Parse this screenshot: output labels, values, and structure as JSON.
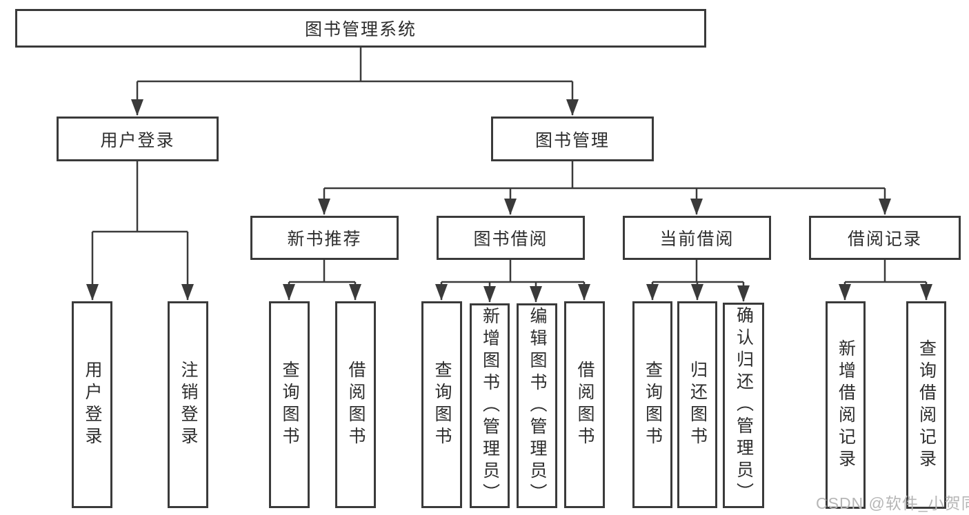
{
  "tree": {
    "label": "图书管理系统",
    "children": [
      {
        "label": "用户登录",
        "children": [
          {
            "label": "用户登录"
          },
          {
            "label": "注销登录"
          }
        ]
      },
      {
        "label": "图书管理",
        "children": [
          {
            "label": "新书推荐",
            "children": [
              {
                "label": "查询图书"
              },
              {
                "label": "借阅图书"
              }
            ]
          },
          {
            "label": "图书借阅",
            "children": [
              {
                "label": "查询图书"
              },
              {
                "label": "新增图书（管理员）"
              },
              {
                "label": "编辑图书（管理员）"
              },
              {
                "label": "借阅图书"
              }
            ]
          },
          {
            "label": "当前借阅",
            "children": [
              {
                "label": "查询图书"
              },
              {
                "label": "归还图书"
              },
              {
                "label": "确认归还（管理员）"
              }
            ]
          },
          {
            "label": "借阅记录",
            "children": [
              {
                "label": "新增借阅记录"
              },
              {
                "label": "查询借阅记录"
              }
            ]
          }
        ]
      }
    ]
  },
  "watermark": {
    "text": "CSDN @软件_小贺同学"
  },
  "colors": {
    "line": "#3a3a3a",
    "text": "#2d2d2d",
    "background": "#ffffff",
    "watermark": "#b6b6b6"
  }
}
